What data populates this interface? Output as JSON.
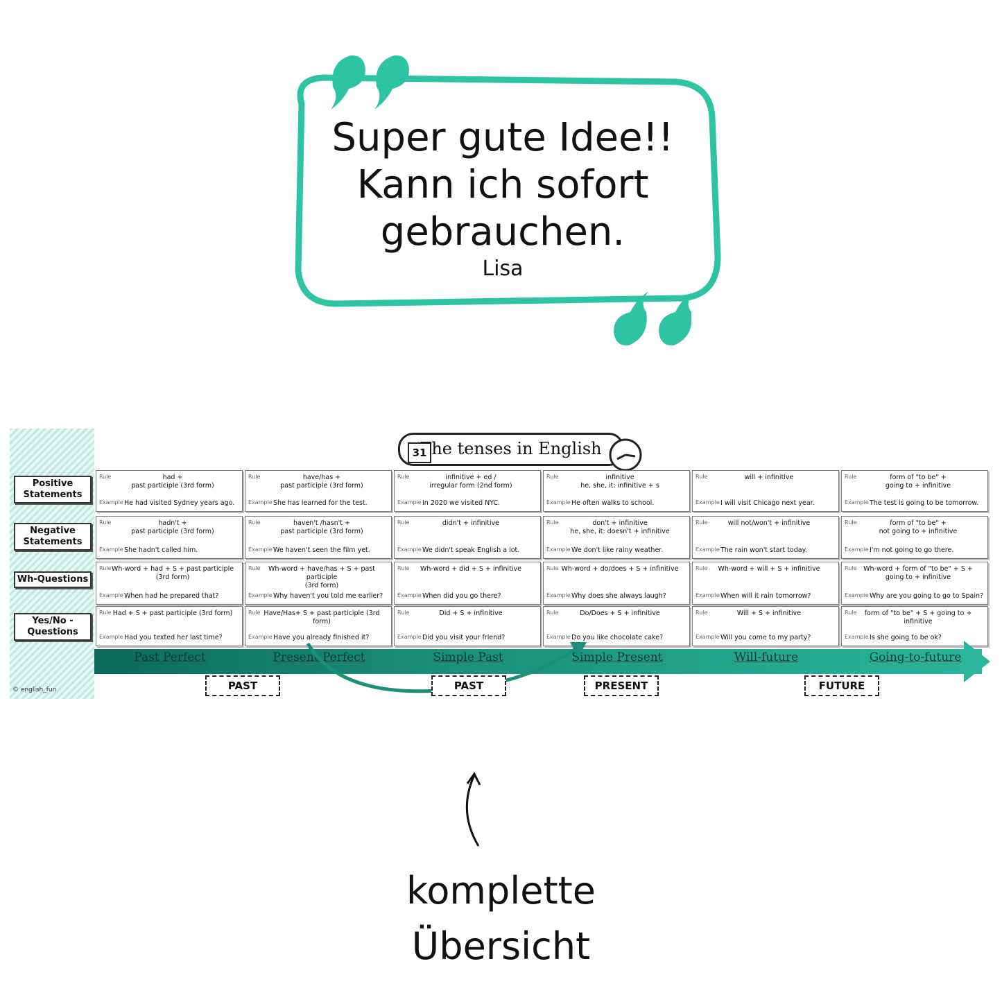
{
  "quote": {
    "line1": "Super gute Idee!!",
    "line2": "Kann ich sofort",
    "line3": "gebrauchen.",
    "author": "Lisa"
  },
  "colors": {
    "accent": "#2ec4a3",
    "dark": "#0c6b5c"
  },
  "overview": {
    "title": "The tenses in English",
    "calendar_day": "31",
    "copyright": "© english_fun",
    "row_labels": [
      "Positive Statements",
      "Negative Statements",
      "Wh-Questions",
      "Yes/No - Questions"
    ],
    "rule_label": "Rule",
    "example_label": "Example",
    "columns": [
      {
        "tense": "Past Perfect",
        "cells": [
          {
            "rule": "had +\npast participle (3rd form)",
            "example": "He had visited Sydney years ago."
          },
          {
            "rule": "hadn't +\npast participle (3rd form)",
            "example": "She hadn't called him."
          },
          {
            "rule": "Wh-word + had + S + past participle\n(3rd form)",
            "example": "When had he prepared that?"
          },
          {
            "rule": "Had + S + past participle (3rd form)",
            "example": "Had you texted her last time?"
          }
        ]
      },
      {
        "tense": "Present Perfect",
        "cells": [
          {
            "rule": "have/has +\npast participle (3rd form)",
            "example": "She has learned for the test."
          },
          {
            "rule": "haven't /hasn't +\npast participle (3rd form)",
            "example": "We haven't seen the film yet."
          },
          {
            "rule": "Wh-word + have/has + S + past participle\n(3rd form)",
            "example": "Why haven't you told me earlier?"
          },
          {
            "rule": "Have/Has+ S + past participle (3rd form)",
            "example": "Have you already finished it?"
          }
        ]
      },
      {
        "tense": "Simple Past",
        "cells": [
          {
            "rule": "infinitive + ed /\nirregular form (2nd form)",
            "example": "In 2020 we visited NYC."
          },
          {
            "rule": "didn't + infinitive",
            "example": "We didn't speak English a lot."
          },
          {
            "rule": "Wh-word + did + S + infinitive",
            "example": "When did you go there?"
          },
          {
            "rule": "Did + S + infinitive",
            "example": "Did you visit your friend?"
          }
        ]
      },
      {
        "tense": "Simple Present",
        "cells": [
          {
            "rule": "infinitive\nhe, she, it: infinitive + s",
            "example": "He often walks to school."
          },
          {
            "rule": "don't + infinitive\nhe, she, it: doesn't + infinitive",
            "example": "We don't like rainy weather."
          },
          {
            "rule": "Wh-word + do/does + S + infinitive",
            "example": "Why does she always laugh?"
          },
          {
            "rule": "Do/Does + S + infinitive",
            "example": "Do you like chocolate cake?"
          }
        ]
      },
      {
        "tense": "Will-future",
        "cells": [
          {
            "rule": "will + infinitive",
            "example": "I will visit Chicago next year."
          },
          {
            "rule": "will not/won't + infinitive",
            "example": "The rain won't start today."
          },
          {
            "rule": "Wh-word + will + S + infinitive",
            "example": "When will it rain tomorrow?"
          },
          {
            "rule": "Will + S + infinitive",
            "example": "Will you come to my party?"
          }
        ]
      },
      {
        "tense": "Going-to-future",
        "cells": [
          {
            "rule": "form of \"to be\" +\ngoing to + infinitive",
            "example": "The test is going to be tomorrow."
          },
          {
            "rule": "form of \"to be\" +\nnot going to + infinitive",
            "example": "I'm not going to go there."
          },
          {
            "rule": "Wh-word + form of \"to be\" + S +\ngoing to + infinitive",
            "example": "Why are you going to go to Spain?"
          },
          {
            "rule": "form of \"to be\" + S + going to + infinitive",
            "example": "Is she going to be ok?"
          }
        ]
      }
    ],
    "periods": [
      "PAST",
      "PAST",
      "PRESENT",
      "FUTURE"
    ]
  },
  "caption": {
    "line1": "komplette",
    "line2": "Übersicht"
  }
}
